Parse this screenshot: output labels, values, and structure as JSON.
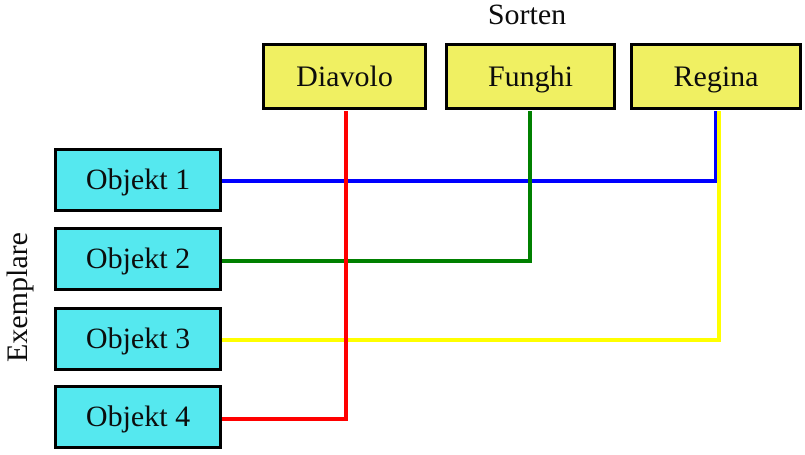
{
  "diagram": {
    "title": "Sorten",
    "side_label": "Exemplare",
    "colors": {
      "sort_fill": "#f0f062",
      "object_fill": "#55e8ef",
      "border": "#000000",
      "background": "#ffffff"
    },
    "sorts": [
      {
        "label": "Diavolo"
      },
      {
        "label": "Funghi"
      },
      {
        "label": "Regina"
      }
    ],
    "objects": [
      {
        "label": "Objekt 1"
      },
      {
        "label": "Objekt 2"
      },
      {
        "label": "Objekt 3"
      },
      {
        "label": "Objekt 4"
      }
    ],
    "connections": [
      {
        "from": "Objekt 1",
        "to": "Regina",
        "color": "#0000ff"
      },
      {
        "from": "Objekt 2",
        "to": "Funghi",
        "color": "#008000"
      },
      {
        "from": "Objekt 3",
        "to": "Regina",
        "color": "#ffff00"
      },
      {
        "from": "Objekt 4",
        "to": "Diavolo",
        "color": "#ff0000"
      }
    ]
  }
}
